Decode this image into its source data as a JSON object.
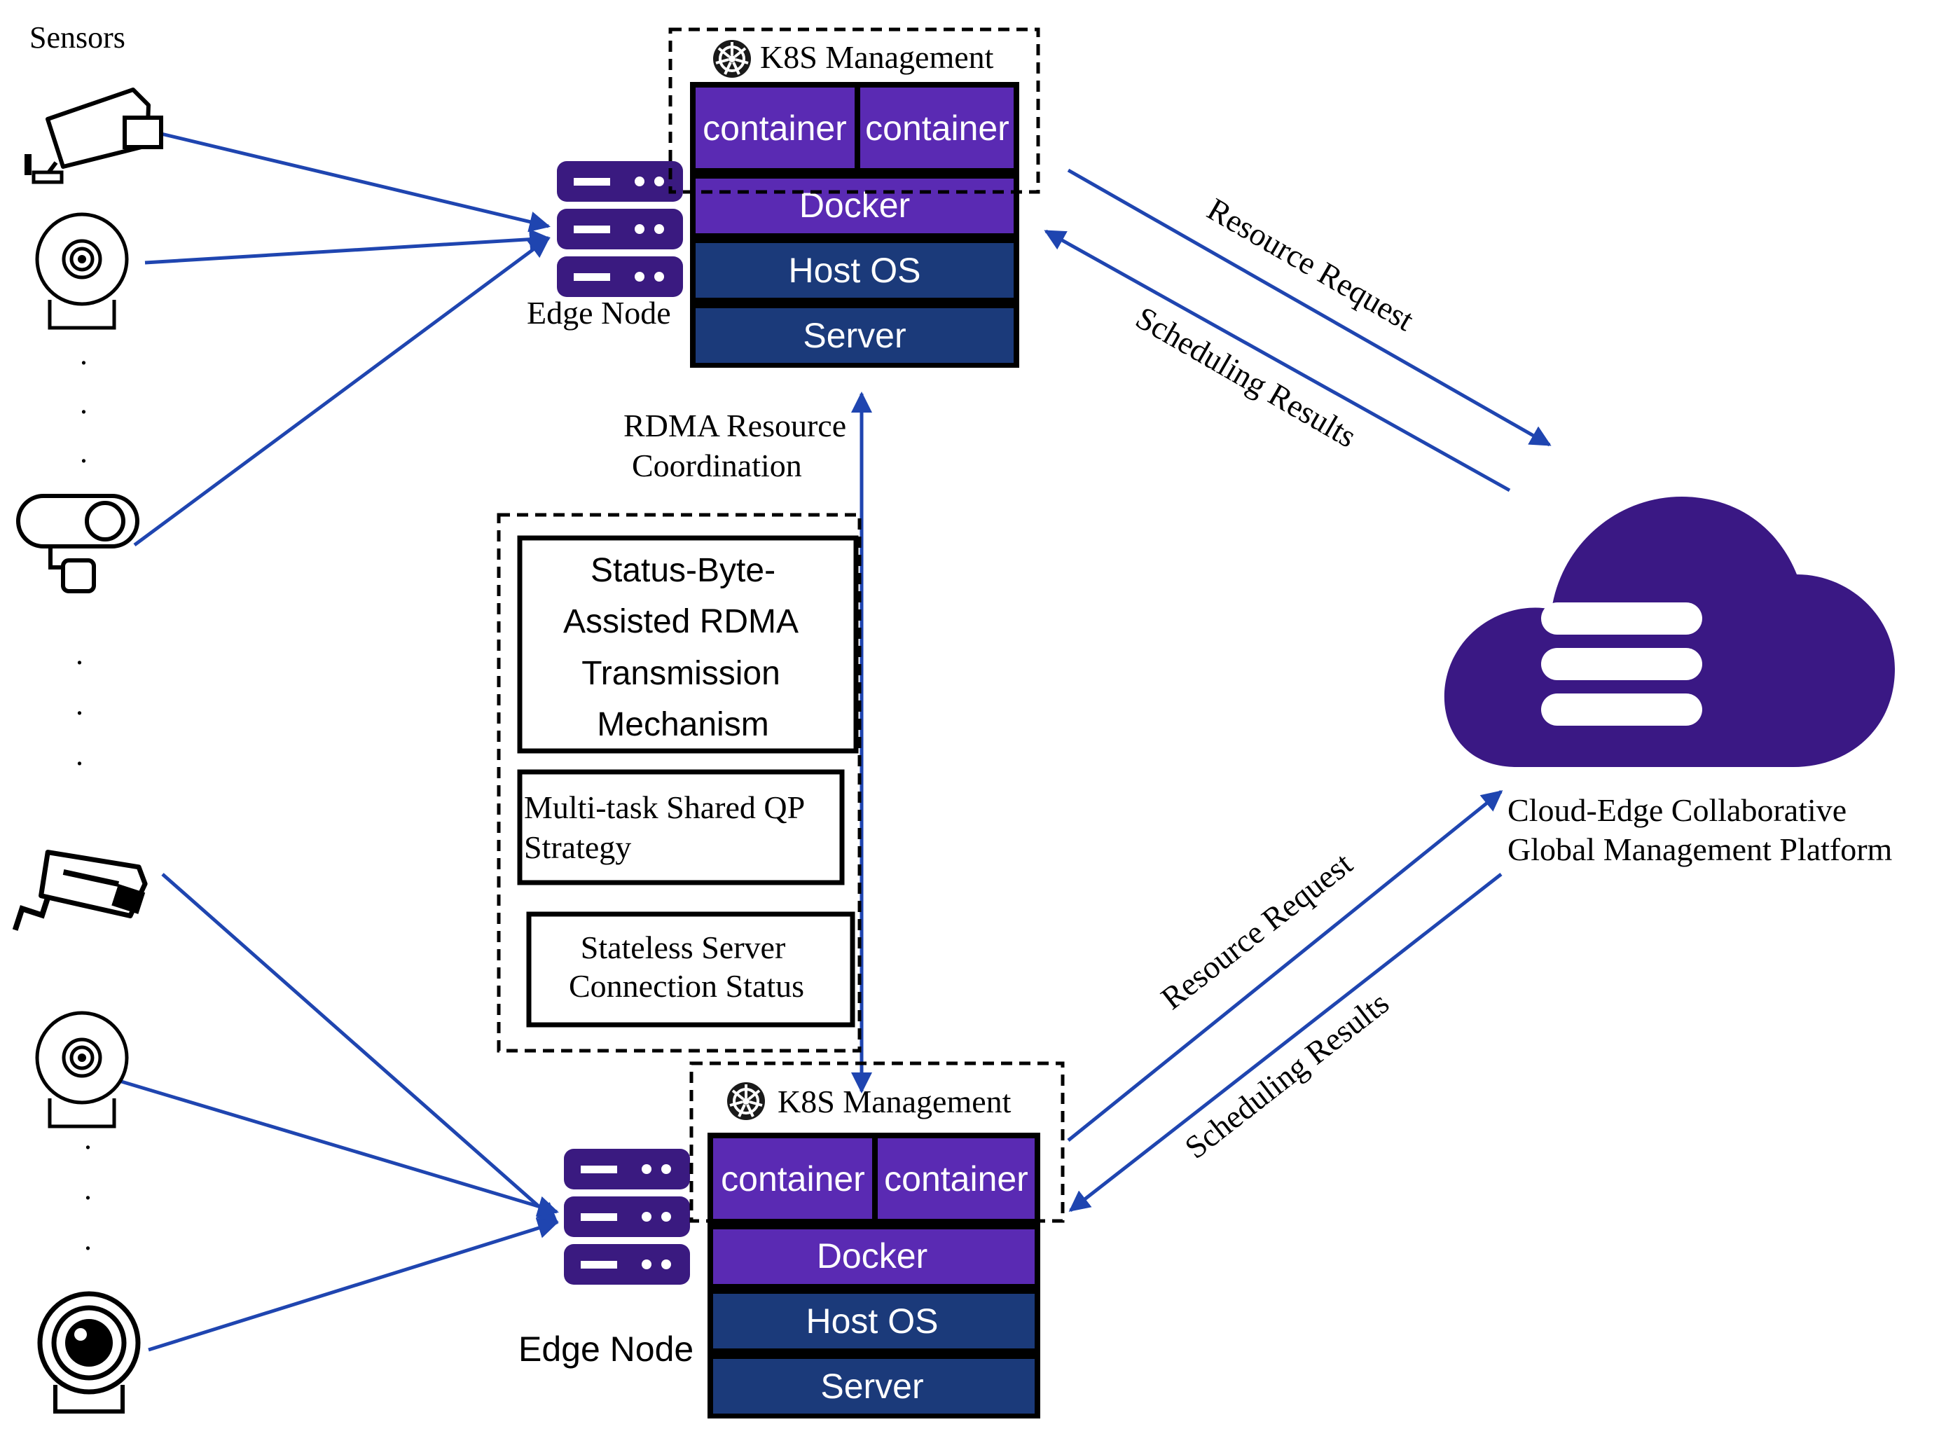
{
  "diagram": {
    "sensors_label": "Sensors",
    "ellipsis_dots": ".",
    "top_node": {
      "k8s_label": "K8S Management",
      "container_left": "container",
      "container_right": "container",
      "docker": "Docker",
      "host_os": "Host OS",
      "server": "Server",
      "edge_label": "Edge Node"
    },
    "bottom_node": {
      "k8s_label": "K8S Management",
      "container_left": "container",
      "container_right": "container",
      "docker": "Docker",
      "host_os": "Host OS",
      "server": "Server",
      "edge_label": "Edge Node"
    },
    "rdma": {
      "line1": "RDMA Resource",
      "line2": "Coordination"
    },
    "mechanisms": {
      "status_byte": [
        "Status-Byte-",
        "Assisted RDMA",
        "Transmission",
        "Mechanism"
      ],
      "shared_qp": [
        "Multi-task Shared QP",
        "Strategy"
      ],
      "stateless": [
        "Stateless Server",
        "Connection Status"
      ]
    },
    "cloud": {
      "line1": "Cloud-Edge Collaborative",
      "line2": "Global  Management Platform"
    },
    "top_links": {
      "request": "Resource Request",
      "results": "Scheduling Results"
    },
    "bottom_links": {
      "request": "Resource Request",
      "results": "Scheduling Results"
    }
  },
  "colors": {
    "arrow": "#1f45b0",
    "purple": "#5a2ab3",
    "navy": "#1b3a7a",
    "server_icon": "#3a1a80",
    "cloud": "#3a1884",
    "outline": "#000000"
  },
  "icons": {
    "sensor_1": "cctv-camera-icon",
    "sensor_2": "dome-camera-icon",
    "sensor_3": "security-camera-icon",
    "sensor_4": "cctv-camera-icon",
    "sensor_5": "dome-camera-icon",
    "sensor_6": "webcam-icon",
    "edge_server": "server-rack-icon",
    "cloud": "cloud-database-icon",
    "k8s": "kubernetes-helm-icon"
  }
}
